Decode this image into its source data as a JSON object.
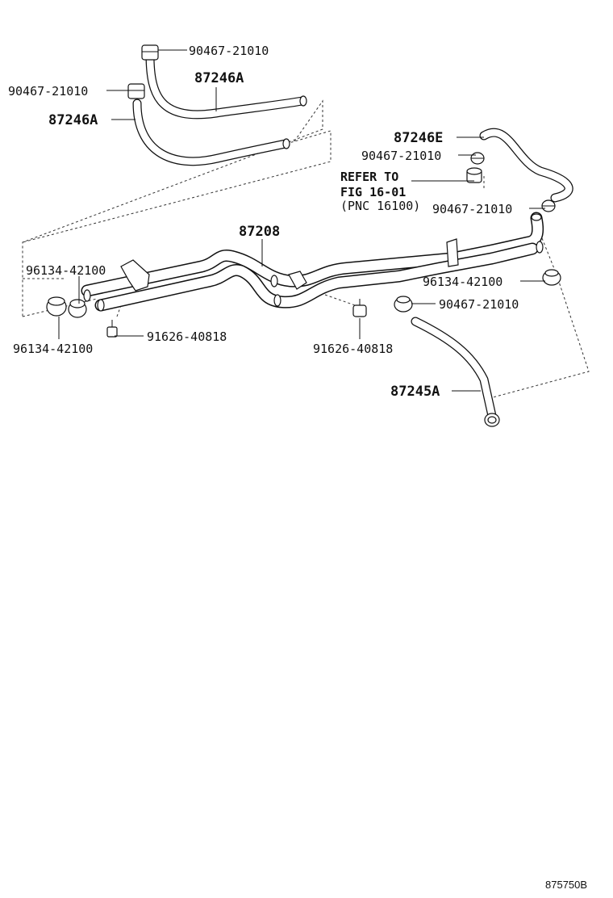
{
  "diagram_id": "875750B",
  "labels": {
    "clamp_top_a": "90467-21010",
    "hose_top_a": "87246A",
    "clamp_top_b": "90467-21010",
    "hose_top_b": "87246A",
    "hose_right_e": "87246E",
    "clamp_right_a": "90467-21010",
    "clamp_right_b": "90467-21010",
    "pipe_main": "87208",
    "clamp_left_a": "96134-42100",
    "clamp_left_b": "96134-42100",
    "bolt_left": "91626-40818",
    "bolt_center": "91626-40818",
    "clamp_right_c": "96134-42100",
    "clamp_right_d": "90467-21010",
    "hose_bottom": "87245A"
  },
  "reference_note": {
    "line1": "REFER TO",
    "line2": "FIG 16-01",
    "line3": "(PNC 16100)"
  }
}
